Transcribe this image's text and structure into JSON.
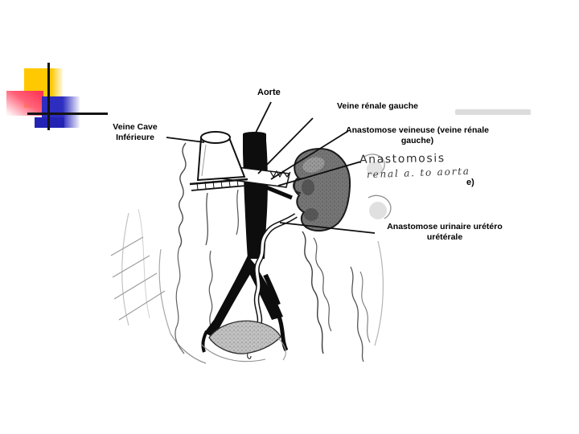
{
  "slide": {
    "type": "presentation-slide",
    "background": "#ffffff"
  },
  "decoration": {
    "yellow_square": "#ffc800",
    "pink_square": "#ff2e4e",
    "blue_square": "#2d2dc0",
    "cross_lines": "#141414"
  },
  "diagram": {
    "subject": "kidney-transplant-anastomoses-sketch",
    "printed_labels": {
      "aorta": "Aorte",
      "left_renal_vein": "Veine rénale gauche",
      "inferior_vena_cava": [
        "Veine Cave",
        "Inférieure"
      ],
      "venous_anastomosis": [
        "Anastomose veineuse (veine rénale",
        "gauche)"
      ],
      "urinary_anastomosis": [
        "Anastomose urinaire urétéro",
        "urétérale"
      ],
      "partial_covered_label": "e)"
    },
    "handwritten_labels": {
      "line1": "Anastomosis",
      "line2": "renal a. to aorta"
    }
  }
}
